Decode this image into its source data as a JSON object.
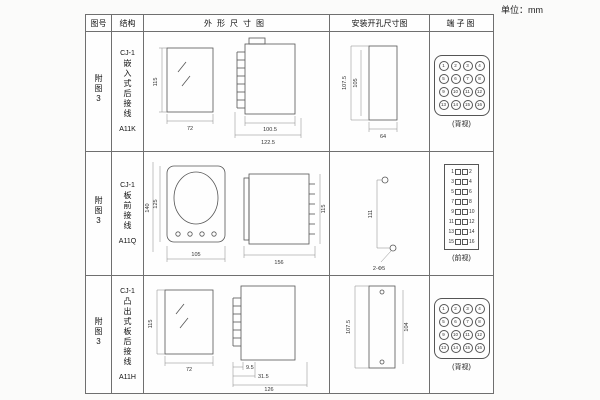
{
  "unit_label": "单位：mm",
  "table": {
    "headers": [
      "图号",
      "结构",
      "外形尺寸图",
      "安装开孔尺寸图",
      "端子图"
    ]
  },
  "rows": [
    {
      "fig_no": "附图3",
      "model": "CJ-1",
      "structure": "嵌入式后接线",
      "code": "A11K",
      "outline": {
        "front_h": "115",
        "front_w": "72",
        "side_w1": "100.5",
        "side_w2": "122.5"
      },
      "mount": {
        "v1": "107.5",
        "v2": "105",
        "h1": "64"
      },
      "terminal": {
        "view": "(背视)",
        "numbers": [
          "1",
          "2",
          "3",
          "4",
          "5",
          "6",
          "7",
          "8",
          "9",
          "10",
          "11",
          "12",
          "13",
          "14",
          "15",
          "16"
        ]
      }
    },
    {
      "fig_no": "附图3",
      "model": "CJ-1",
      "structure": "板前接线",
      "code": "A11Q",
      "outline": {
        "front_h1": "140",
        "front_h2": "125",
        "front_w": "105",
        "side_l": "156",
        "side_h": "115"
      },
      "mount": {
        "v1": "111",
        "hole": "2-Φ5"
      },
      "terminal": {
        "view": "(前视)",
        "left": [
          "1",
          "3",
          "5",
          "7",
          "9",
          "11",
          "13",
          "15"
        ],
        "right": [
          "2",
          "4",
          "6",
          "8",
          "10",
          "12",
          "14",
          "16"
        ]
      }
    },
    {
      "fig_no": "附图3",
      "model": "CJ-1",
      "structure": "凸出式板后接线",
      "code": "A11H",
      "outline": {
        "front_h": "115",
        "front_w": "72",
        "side_d1": "9.5",
        "side_d2": "31.5",
        "side_l": "126"
      },
      "mount": {
        "v1": "107.5",
        "v2": "104"
      },
      "terminal": {
        "view": "(背视)",
        "numbers": [
          "1",
          "2",
          "3",
          "4",
          "5",
          "6",
          "7",
          "8",
          "9",
          "10",
          "11",
          "12",
          "13",
          "14",
          "15",
          "16"
        ]
      }
    }
  ]
}
